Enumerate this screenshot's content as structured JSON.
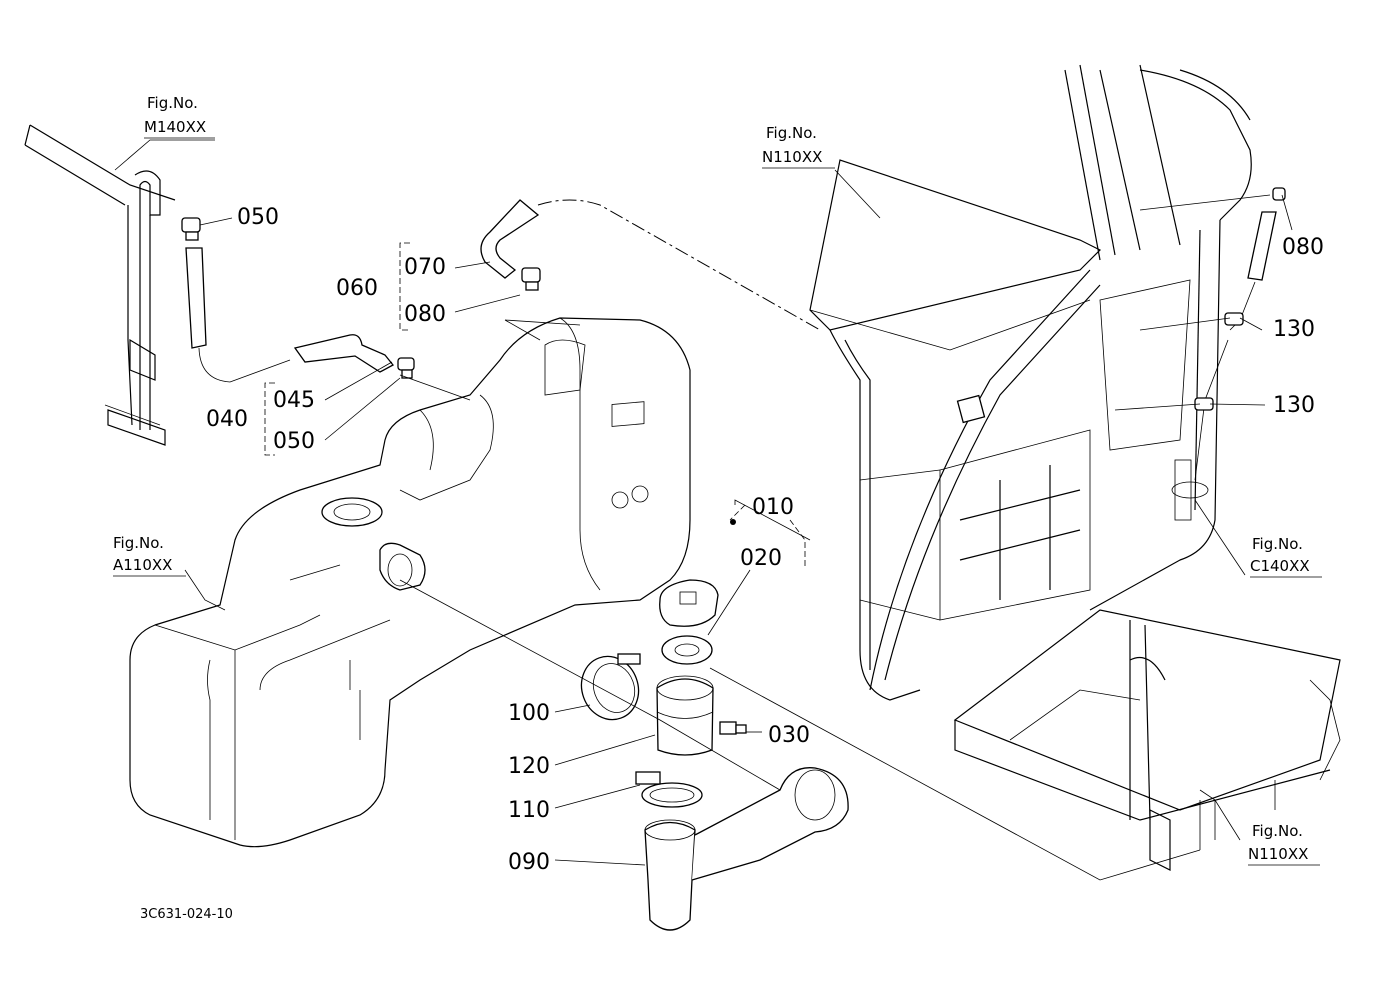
{
  "callouts": {
    "c050_top": "050",
    "c060": "060",
    "c070": "070",
    "c080_left": "080",
    "c040": "040",
    "c045": "045",
    "c050_bottom": "050",
    "c010": "010",
    "c020": "020",
    "c100": "100",
    "c030": "030",
    "c120": "120",
    "c110": "110",
    "c090": "090",
    "c080_right": "080",
    "c130_top": "130",
    "c130_bottom": "130"
  },
  "figure_refs": {
    "m140": {
      "label": "Fig.No.",
      "code": "M140XX"
    },
    "n110_top": {
      "label": "Fig.No.",
      "code": "N110XX"
    },
    "a110": {
      "label": "Fig.No.",
      "code": "A110XX"
    },
    "c140": {
      "label": "Fig.No.",
      "code": "C140XX"
    },
    "n110_bottom": {
      "label": "Fig.No.",
      "code": "N110XX"
    }
  },
  "drawing_id": "3C631-024-10"
}
